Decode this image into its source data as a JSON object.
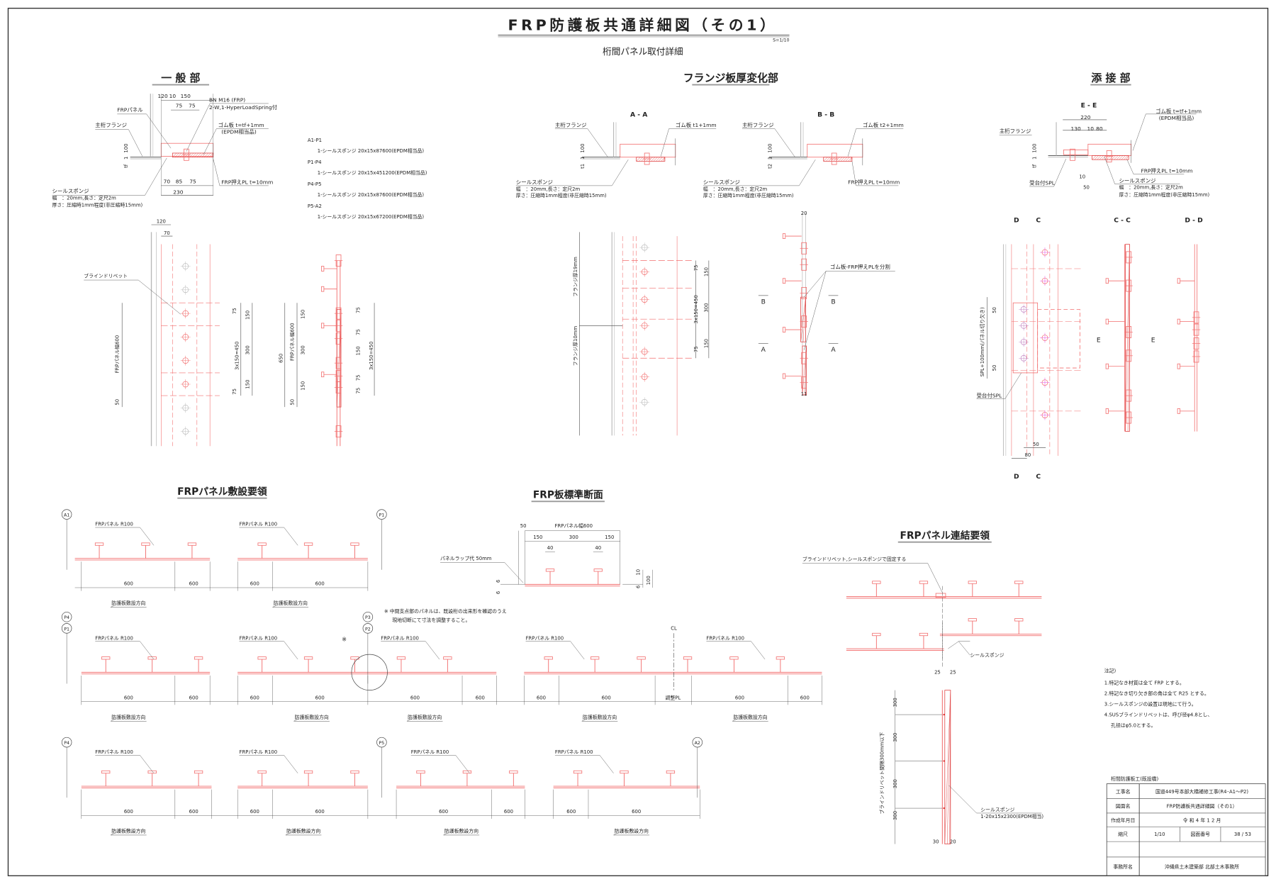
{
  "title": {
    "main": "FRP防護板共通詳細図（その1）",
    "scale": "S=1/10",
    "subtitle": "桁間パネル取付詳細"
  },
  "general": {
    "title": "一 般 部",
    "dims": {
      "d120": "120",
      "d10": "10",
      "d150": "150",
      "d75a": "75",
      "d75b": "75",
      "d70": "70",
      "d85": "85",
      "d75c": "75",
      "d230": "230",
      "d100": "100",
      "d1": "1",
      "tf": "tf"
    },
    "labels": {
      "frp_panel": "FRPパネル",
      "girder_flange": "主桁フランジ",
      "bolt": "BN M16 (FRP)",
      "bolt_washer": "2-W,1-HyperLoadSpring付",
      "rubber": "ゴム板 t=tf+1mm",
      "rubber_mat": "(EPDM相当品)",
      "press_pl": "FRP押えPL t=10mm",
      "sponge": "シールスポンジ",
      "sponge_w": "幅　：20mm,長さ：定尺2m",
      "sponge_t": "厚さ：圧縮時1mm程度(非圧縮時15mm)"
    },
    "sponge_list": [
      {
        "span": "A1-P1",
        "item": "1-シールスポンジ 20x15x87600(EPDM相当品)"
      },
      {
        "span": "P1-P4",
        "item": "1-シールスポンジ 20x15x451200(EPDM相当品)"
      },
      {
        "span": "P4-P5",
        "item": "1-シールスポンジ 20x15x87600(EPDM相当品)"
      },
      {
        "span": "P5-A2",
        "item": "1-シールスポンジ 20x15x67200(EPDM相当品)"
      }
    ],
    "elev1": {
      "d120": "120",
      "d70": "70",
      "rivet": "ブラインドリベット",
      "width": "FRPパネル幅600",
      "d50": "50",
      "d75a": "75",
      "d150a": "150",
      "pitch": "3x150=450",
      "d300": "300",
      "d150b": "150",
      "d75b": "75"
    },
    "elev2": {
      "d650": "650",
      "width": "FRPパネル幅600",
      "d150a": "150",
      "d300": "300",
      "d150b": "150",
      "d50": "50",
      "d75a": "75",
      "d75b": "75",
      "d150c": "150",
      "d75c": "75",
      "d75d": "75",
      "pitch": "3x150=450"
    }
  },
  "flange": {
    "title": "フランジ板厚変化部",
    "aa": {
      "title": "A - A",
      "girder_flange": "主桁フランジ",
      "rubber": "ゴム板 t1+1mm",
      "d100": "100",
      "d1": "1",
      "t": "t1",
      "sponge": "シールスポンジ",
      "sponge_w": "幅　：20mm,長さ：定尺2m",
      "sponge_t": "厚さ：圧縮時1mm程度(非圧縮時15mm)"
    },
    "bb": {
      "title": "B - B",
      "girder_flange": "主桁フランジ",
      "rubber": "ゴム板 t2+1mm",
      "d100": "100",
      "d1": "1",
      "t": "t2",
      "press_pl": "FRP押えPL t=10mm",
      "sponge": "シールスポンジ",
      "sponge_w": "幅　：20mm,長さ：定尺2m",
      "sponge_t": "厚さ：圧縮時1mm程度(非圧縮時15mm)"
    },
    "elev": {
      "thick19": "フランジ厚19mm",
      "thick10": "フランジ厚10mm",
      "d75a": "75",
      "d150a": "150",
      "pitch": "3x150=450",
      "d300": "300",
      "d150b": "150",
      "d75b": "75"
    },
    "side": {
      "d20": "20",
      "d11": "11",
      "split": "ゴム板-FRP押えPLを分割",
      "b": "B",
      "a": "A"
    }
  },
  "splice": {
    "title": "添 接 部",
    "ee": {
      "title": "E - E",
      "d220": "220",
      "d130": "130",
      "d10": "10",
      "d80": "80",
      "girder_flange": "主桁フランジ",
      "rubber": "ゴム板 t=tf+1mm",
      "rubber_mat": "(EPDM相当品)",
      "d100": "100",
      "d1": "1",
      "tf": "tf",
      "press_pl": "FRP押えPL t=10mm",
      "sponge": "シールスポンジ",
      "sponge_w": "幅　：20mm,長さ：定尺2m",
      "sponge_t": "厚さ：圧縮時1mm程度(非圧縮時15mm)",
      "spl": "受台付SPL",
      "d10b": "10",
      "d50": "50"
    },
    "elev": {
      "d": "D",
      "c": "C",
      "cc": "C - C",
      "dd": "D - D",
      "cutout": "SPL+100mm(パネル切り欠き)",
      "d50a": "50",
      "d50b": "50",
      "spl": "受台付SPL",
      "d50c": "50",
      "d80": "80",
      "e": "E"
    }
  },
  "layout": {
    "title": "FRPパネル敷設要領",
    "panel_label": "FRPパネル R100",
    "direction": "防護板敷設方向",
    "mark": "※",
    "cl": "CL",
    "rows": [
      {
        "markers": [
          "A1",
          "P1"
        ],
        "dims": [
          "600",
          "600",
          "600",
          "600"
        ]
      },
      {
        "markers": [
          "P4",
          "P1",
          "P3",
          "P2"
        ],
        "dims": [
          "600",
          "600",
          "600",
          "600",
          "600",
          "600",
          "600",
          "600",
          "調整PL",
          "600",
          "600"
        ]
      },
      {
        "markers": [
          "P4",
          "P5",
          "A2"
        ],
        "dims": [
          "600",
          "600",
          "600",
          "600",
          "600",
          "600",
          "600",
          "600"
        ]
      }
    ],
    "note1": "※ 中間支点部のパネルは、既設桁の出来形を確認のうえ",
    "note2": "現地切断にて寸法を調整すること。"
  },
  "standard": {
    "title": "FRP板標準断面",
    "d50": "50",
    "width": "FRPパネル幅600",
    "d150a": "150",
    "d300": "300",
    "d150b": "150",
    "d40a": "40",
    "d40b": "40",
    "lap": "パネルラップ代 50mm",
    "d6a": "6",
    "d6b": "6",
    "d10": "10",
    "d100": "100",
    "d6c": "6"
  },
  "joint": {
    "title": "FRPパネル連結要領",
    "fix": "ブラインドリベット,シールスポンジで固定する",
    "sponge": "シールスポンジ",
    "d25a": "25",
    "d25b": "25",
    "d300a": "300",
    "d300b": "300",
    "d300c": "300",
    "d300d": "300",
    "pitch": "ブラインドリベット間隔300mm以下",
    "sponge2": "シールスポンジ",
    "sponge2_spec": "1-20x15x2300(EPDM相当)",
    "d30": "30",
    "d20": "20"
  },
  "notes": {
    "heading": "注記)",
    "items": [
      "1.特記なき材質は全て FRP とする。",
      "2.特記なき切り欠き部の角は全て R25 とする。",
      "3.シールスポンジの設置は現地にて行う。",
      "4.SUSブラインドリベットは、呼び径φ4.8とし、",
      "孔径はφ5.0とする。"
    ]
  },
  "title_block": {
    "caption": "桁間防護板工(既設橋)",
    "work_label": "工事名",
    "work": "国道449号本部大橋補修工事(R4･A1～P2)",
    "drawing_label": "図面名",
    "drawing": "FRP防護板共通詳細図（その1）",
    "date_label": "作成年月日",
    "date": "令 和 4 年 1 2 月",
    "scale_label": "縮尺",
    "scale": "1/10",
    "number_label": "図面番号",
    "number": "38 / 53",
    "office_label": "事務所名",
    "office": "沖縄県土木建築部 北部土木事務所"
  },
  "colors": {
    "member": "#f26d6d",
    "line": "#444444",
    "aux": "#b8b8b8",
    "hatch": "#e04848"
  }
}
